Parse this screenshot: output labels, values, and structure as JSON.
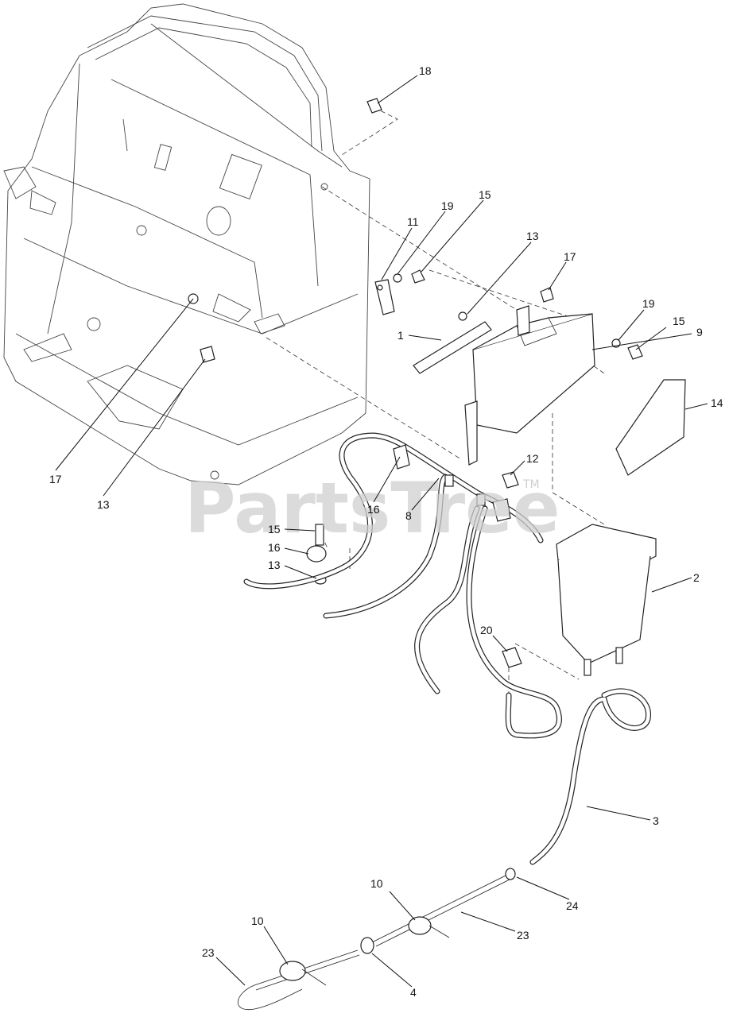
{
  "watermark": {
    "text": "PartsTree",
    "tm": "TM"
  },
  "callouts": {
    "c1": "1",
    "c2": "2",
    "c3": "3",
    "c4": "4",
    "c8": "8",
    "c9": "9",
    "c10a": "10",
    "c10b": "10",
    "c11": "11",
    "c12": "12",
    "c13a": "13",
    "c13b": "13",
    "c13c": "13",
    "c14": "14",
    "c15a": "15",
    "c15b": "15",
    "c15c": "15",
    "c16a": "16",
    "c16b": "16",
    "c17a": "17",
    "c17b": "17",
    "c18": "18",
    "c19a": "19",
    "c19b": "19",
    "c20": "20",
    "c23a": "23",
    "c23b": "23",
    "c24": "24"
  }
}
